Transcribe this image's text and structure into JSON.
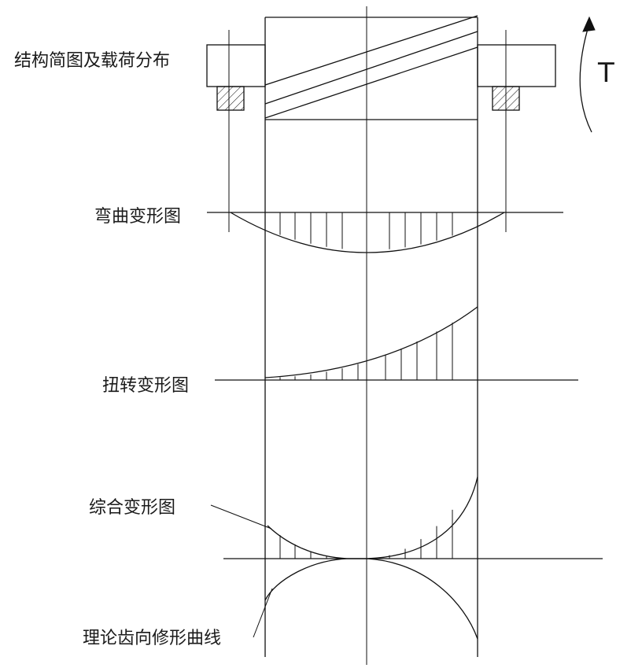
{
  "labels": {
    "structure": "结构简图及载荷分布",
    "bending": "弯曲变形图",
    "torsion": "扭转变形图",
    "combined": "综合变形图",
    "theory": "理论齿向修形曲线",
    "torque": "T"
  },
  "icons": {
    "torque_arrow": "curved-arrow-icon"
  }
}
